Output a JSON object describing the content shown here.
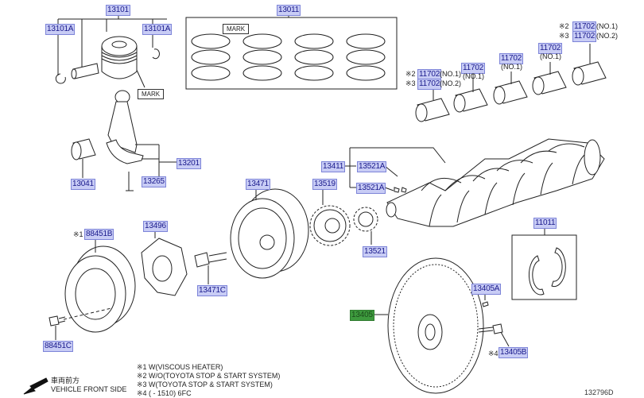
{
  "diagram": {
    "title": "Crankshaft & Piston parts diagram",
    "diagram_code": "132796D",
    "active_part": "13405",
    "colors": {
      "label_bg": "#c8ccf5",
      "label_text": "#1a1a8c",
      "active_bg": "#3d9a3d"
    },
    "labels": {
      "p13101": "13101",
      "p13101a_left": "13101A",
      "p13101a_right": "13101A",
      "piston_mark": "MARK",
      "p13011": "13011",
      "ring_mark": "MARK",
      "p13201": "13201",
      "p13265": "13265",
      "p13041": "13041",
      "b1_prefix2": "※2",
      "b1_11702a": "11702",
      "b1_no1": "(NO.1)",
      "b1_prefix3": "※3",
      "b1_11702b": "11702",
      "b1_no2": "(NO.2)",
      "b2_11702": "11702",
      "b2_no1": "(NO.1)",
      "b3_11702": "11702",
      "b3_no1": "(NO.1)",
      "b4_11702": "11702",
      "b4_no1": "(NO.1)",
      "b5_prefix2": "※2",
      "b5_11702a": "11702",
      "b5_no1": "(NO.1)",
      "b5_prefix3": "※3",
      "b5_11702b": "11702",
      "b5_no2": "(NO.2)",
      "p13411": "13411",
      "p13521a_top": "13521A",
      "p13521a_bottom": "13521A",
      "p13471": "13471",
      "p13519": "13519",
      "p13521": "13521",
      "p11011": "11011",
      "p88451b_prefix": "※1",
      "p88451b": "88451B",
      "p13496": "13496",
      "p13471c": "13471C",
      "p88451c": "88451C",
      "p13405a": "13405A",
      "p13405": "13405",
      "p13405b_prefix": "※4",
      "p13405b": "13405B"
    },
    "legend": [
      "※1 W(VISCOUS HEATER)",
      "※2 W/O(TOYOTA STOP & START SYSTEM)",
      "※3 W(TOYOTA STOP & START SYSTEM)",
      "※4 (          - 1510) 6FC"
    ],
    "front_side": {
      "jp": "車両前方",
      "en": "VEHICLE FRONT SIDE"
    }
  }
}
